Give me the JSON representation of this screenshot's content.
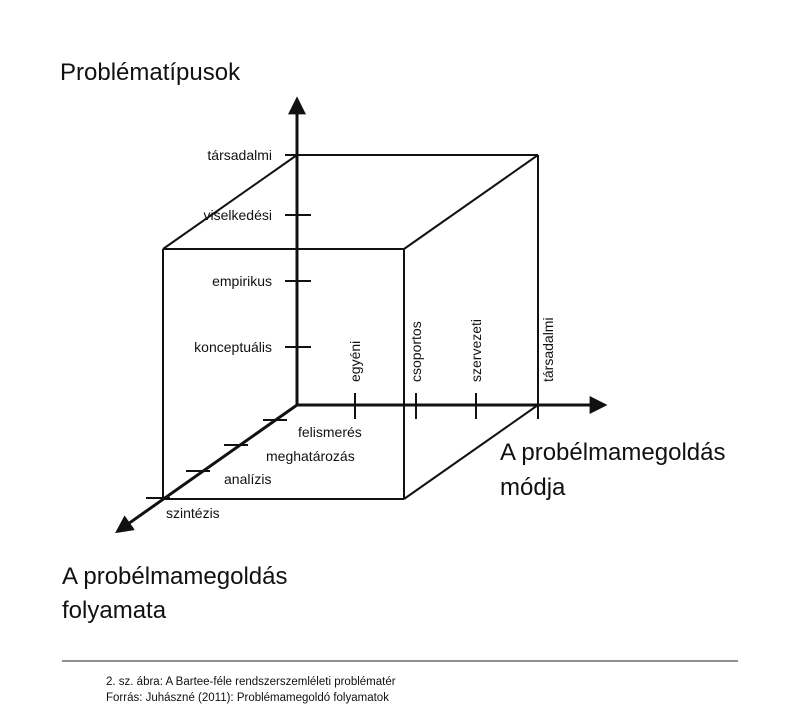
{
  "axes": {
    "vertical": {
      "title": "Problématípusok",
      "ticks": [
        "konceptuális",
        "empirikus",
        "viselkedési",
        "társadalmi"
      ]
    },
    "horizontal": {
      "title_line1": "A probélmamegoldás",
      "title_line2": "módja",
      "ticks": [
        "egyéni",
        "csoportos",
        "szervezeti",
        "társadalmi"
      ]
    },
    "depth": {
      "title_line1": "A probélmamegoldás",
      "title_line2": "folyamata",
      "ticks": [
        "felismerés",
        "meghatározás",
        "analízis",
        "szintézis"
      ]
    }
  },
  "caption": {
    "line1": "2. sz. ábra: A Bartee-féle rendszerszemléleti problématér",
    "line2": "Forrás: Juhászné (2011): Problémamegoldó folyamatok"
  }
}
